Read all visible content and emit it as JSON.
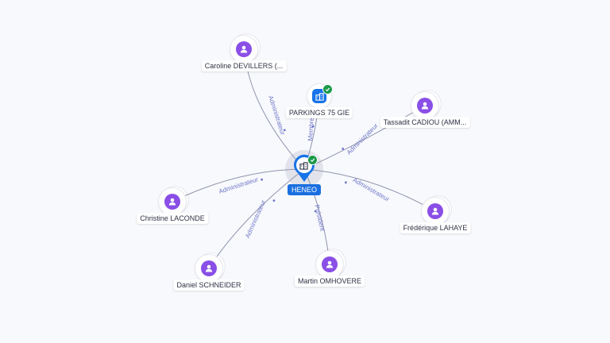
{
  "center": {
    "name": "HENEO",
    "icon": "building-icon",
    "verified": true
  },
  "nodes": [
    {
      "id": "caroline",
      "name": "Caroline DEVILLERS (...",
      "type": "person",
      "relation": "Administrateur"
    },
    {
      "id": "parkings",
      "name": "PARKINGS 75 GIE",
      "type": "company",
      "relation": "Membre",
      "verified": true
    },
    {
      "id": "tassadit",
      "name": "Tassadit CADIOU (AMM...",
      "type": "person",
      "relation": "Administrateur"
    },
    {
      "id": "frederique",
      "name": "Frédérique LAHAYE",
      "type": "person",
      "relation": "Administrateur"
    },
    {
      "id": "martin",
      "name": "Martin OMHOVERE",
      "type": "person",
      "relation": "Président"
    },
    {
      "id": "daniel",
      "name": "Daniel SCHNEIDER",
      "type": "person",
      "relation": "Administrateur"
    },
    {
      "id": "christine",
      "name": "Christine LACONDE",
      "type": "person",
      "relation": "Administrateur"
    }
  ],
  "colors": {
    "person": "#8a4fe6",
    "company": "#1773e8",
    "center_label": "#1a6fe0",
    "verified": "#1a9a4a",
    "edge": "#8e93ad",
    "edge_label": "#7078c8"
  }
}
